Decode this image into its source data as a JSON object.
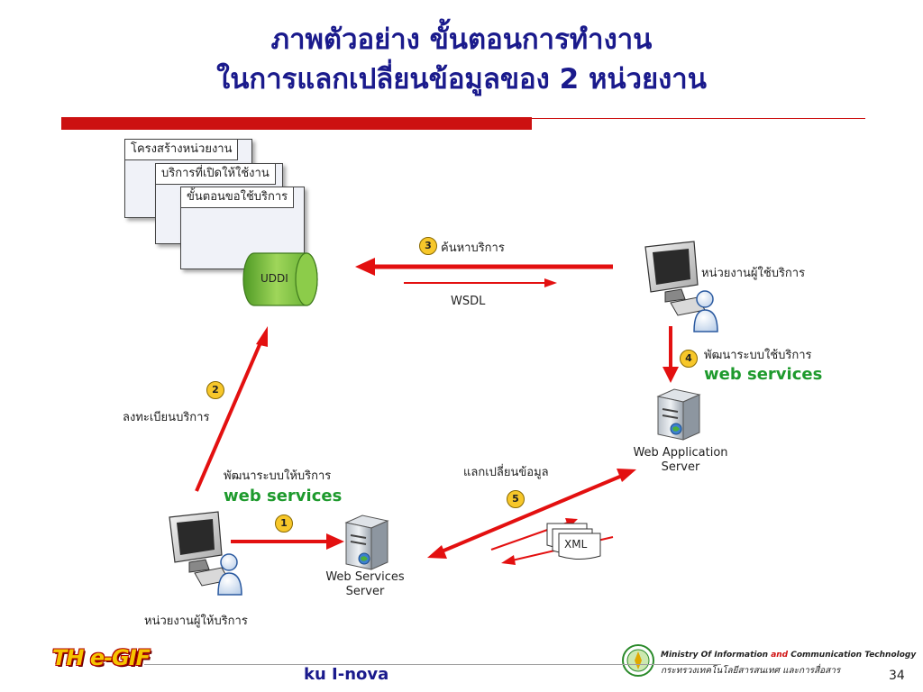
{
  "title": {
    "line1": "ภาพตัวอย่าง ขั้นตอนการทำงาน",
    "line2": "ในการแลกเปลี่ยนข้อมูลของ 2 หน่วยงาน"
  },
  "docs": {
    "structure": "โครงสร้างหน่วยงาน",
    "services_open": "บริการที่เปิดให้ใช้งาน",
    "request_steps": "ขั้นตอนขอใช้บริการ"
  },
  "uddi": "UDDI",
  "steps": {
    "s1": {
      "num": "1"
    },
    "s2": {
      "num": "2",
      "label": "ลงทะเบียนบริการ"
    },
    "s3": {
      "num": "3",
      "label": "ค้นหาบริการ"
    },
    "s4": {
      "num": "4",
      "label": "พัฒนาระบบใช้บริการ",
      "sub": "web services"
    },
    "s5": {
      "num": "5",
      "label": "แลกเปลี่ยนข้อมูล"
    }
  },
  "provider_dev": {
    "label": "พัฒนาระบบให้บริการ",
    "sub": "web services"
  },
  "wsdl": "WSDL",
  "xml": "XML",
  "consumer_label": "หน่วยงานผู้ใช้บริการ",
  "provider_label": "หน่วยงานผู้ให้บริการ",
  "ws_server": {
    "line1": "Web Services",
    "line2": "Server"
  },
  "wa_server": {
    "line1": "Web Application",
    "line2": "Server"
  },
  "footer": {
    "brand": "TH e-GIF",
    "center": "ku I-nova",
    "ministry_en_a": "Ministry Of Information ",
    "ministry_en_and": "and",
    "ministry_en_b": " Communication Technology",
    "ministry_th": "กระทรวงเทคโนโลยีสารสนเทศ และการสื่อสาร",
    "page": "34"
  },
  "colors": {
    "arrow": "#e31010",
    "title": "#1a1a8c",
    "green": "#1e9a2d",
    "uddi": "#7ac143"
  }
}
